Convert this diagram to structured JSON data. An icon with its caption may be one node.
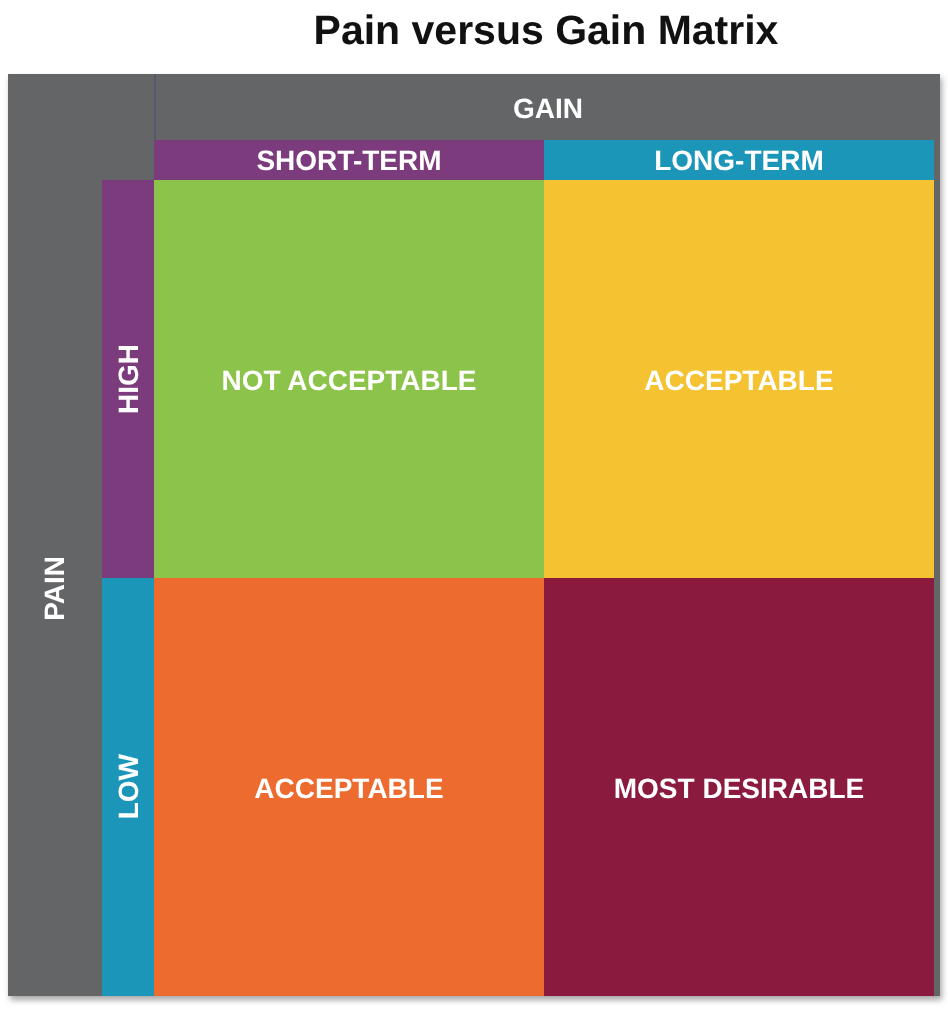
{
  "diagram": {
    "title": "Pain versus Gain Matrix",
    "nodes": [
      {
        "text": [
          "GAIN"
        ]
      },
      {
        "text": [
          "SHORT-TERM"
        ]
      },
      {
        "text": [
          "LONG-TERM"
        ]
      },
      {
        "text": [
          "PAIN"
        ]
      },
      {
        "text": [
          "HIGH"
        ]
      },
      {
        "text": [
          "NOT ACCEPTABLE"
        ]
      },
      {
        "text": [
          "ACCEPTABLE"
        ]
      },
      {
        "text": [
          "LOW"
        ]
      },
      {
        "text": [
          "ACCEPTABLE"
        ]
      },
      {
        "text": [
          "MOST DESIRABLE"
        ]
      }
    ]
  }
}
